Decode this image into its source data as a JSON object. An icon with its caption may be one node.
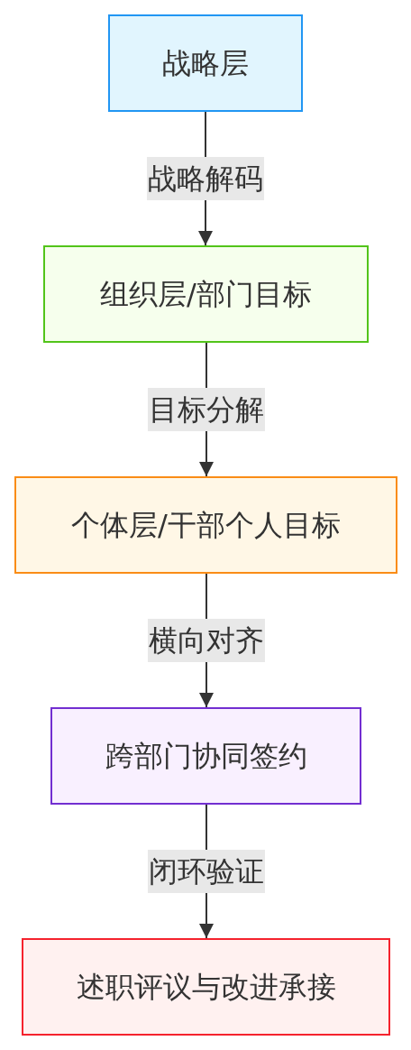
{
  "diagram": {
    "nodes": [
      {
        "text": [
          "战略层"
        ]
      },
      {
        "text": [
          "组织层/部门目标"
        ]
      },
      {
        "text": [
          "个体层/干部个人目标"
        ]
      },
      {
        "text": [
          "跨部门协同签约"
        ]
      },
      {
        "text": [
          "述职评议与改进承接"
        ]
      }
    ],
    "edges": [
      {
        "from": 0,
        "to": 1,
        "arrow": "to",
        "label": "战略解码"
      },
      {
        "from": 1,
        "to": 2,
        "arrow": "to",
        "label": "目标分解"
      },
      {
        "from": 2,
        "to": 3,
        "arrow": "to",
        "label": "横向对齐"
      },
      {
        "from": 3,
        "to": 4,
        "arrow": "to",
        "label": "闭环验证"
      }
    ]
  }
}
